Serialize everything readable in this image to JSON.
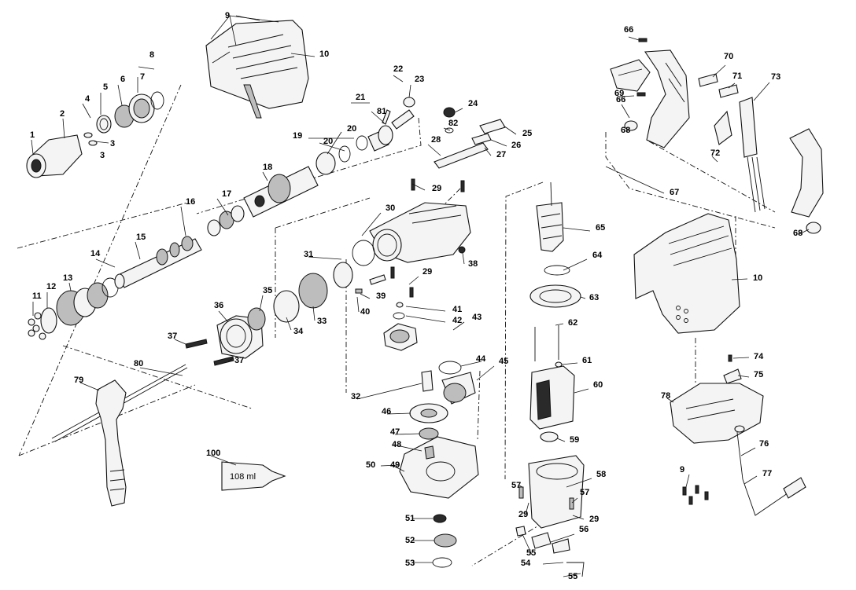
{
  "tube_label": "108 ml",
  "part_labels": [
    "9",
    "10",
    "8",
    "7",
    "6",
    "5",
    "4",
    "2",
    "1",
    "3",
    "3",
    "22",
    "23",
    "21",
    "81",
    "20",
    "19",
    "20",
    "18",
    "24",
    "82",
    "28",
    "25",
    "26",
    "27",
    "29",
    "17",
    "16",
    "30",
    "15",
    "14",
    "31",
    "13",
    "12",
    "11",
    "38",
    "29",
    "35",
    "36",
    "39",
    "41",
    "42",
    "43",
    "37",
    "34",
    "33",
    "40",
    "37",
    "44",
    "45",
    "80",
    "79",
    "32",
    "46",
    "47",
    "48",
    "50",
    "49",
    "100",
    "51",
    "52",
    "53",
    "66",
    "70",
    "71",
    "73",
    "69",
    "66",
    "68",
    "72",
    "67",
    "68",
    "65",
    "64",
    "63",
    "62",
    "61",
    "60",
    "59",
    "58",
    "57",
    "57",
    "29",
    "29",
    "56",
    "55",
    "54",
    "55",
    "10",
    "74",
    "75",
    "78",
    "76",
    "9",
    "77"
  ]
}
